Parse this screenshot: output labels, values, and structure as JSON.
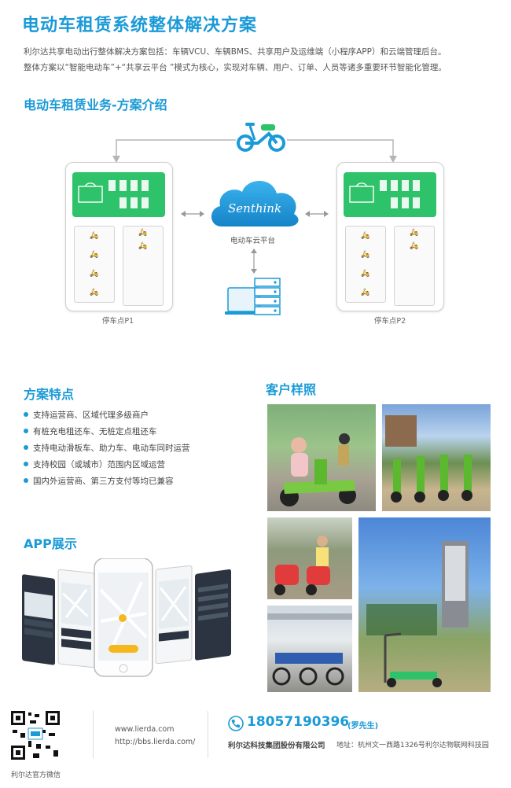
{
  "header": {
    "title": "电动车租赁系统整体解决方案",
    "intro_line1": "利尔达共享电动出行整体解决方案包括：车辆VCU、车辆BMS、共享用户及运维端（小程序APP）和云端管理后台。",
    "intro_line2": "整体方案以“智能电动车”+“共享云平台 ”模式为核心，实现对车辆、用户、订单、人员等诸多重要环节智能化管理。"
  },
  "business": {
    "title": "电动车租赁业务-方案介绍",
    "cloud_brand": "Senthink",
    "cloud_label": "电动车云平台",
    "station_p1": "停车点P1",
    "station_p2": "停车点P2"
  },
  "features": {
    "title": "方案特点",
    "items": [
      "支持运营商、区域代理多级商户",
      "有桩充电租还车、无桩定点租还车",
      "支持电动滑板车、助力车、电动车同时运营",
      "支持校园（或城市）范围内区域运营",
      "国内外运营商、第三方支付等均已兼容"
    ]
  },
  "cases": {
    "title": "客户样照"
  },
  "app": {
    "title": "APP展示"
  },
  "footer": {
    "qr_caption": "利尔达官方微信",
    "url1": "www.lierda.com",
    "url2": "http://bbs.lierda.com/",
    "phone": "18057190396",
    "contact": "(罗先生)",
    "company": "利尔达科技集团股份有限公司",
    "address": "地址：杭州文一西路1326号利尔达物联网科技园"
  },
  "colors": {
    "accent": "#1a9ad7",
    "green": "#2ec26a"
  }
}
